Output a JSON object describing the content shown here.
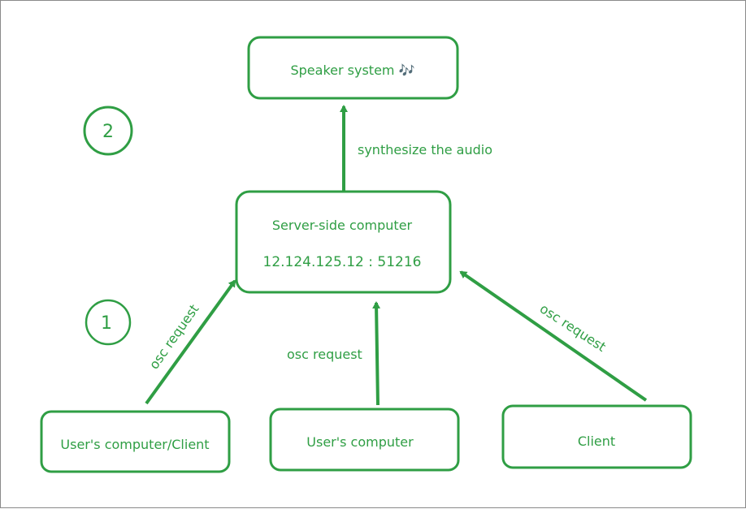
{
  "diagram": {
    "nodes": {
      "speaker": {
        "label": "Speaker system 🎶"
      },
      "server": {
        "title": "Server-side computer",
        "address": "12.124.125.12 : 51216"
      },
      "client_left": {
        "label": "User's computer/Client"
      },
      "client_mid": {
        "label": "User's computer"
      },
      "client_right": {
        "label": "Client"
      }
    },
    "edges": {
      "synth": {
        "label": "synthesize the audio"
      },
      "left": {
        "label": "osc request"
      },
      "mid": {
        "label": "osc request"
      },
      "right": {
        "label": "osc request"
      }
    },
    "steps": [
      {
        "label": "2"
      },
      {
        "label": "1"
      }
    ],
    "colors": {
      "stroke": "#2f9e44",
      "background": "#ffffff",
      "border": "#8a8a8a"
    }
  }
}
